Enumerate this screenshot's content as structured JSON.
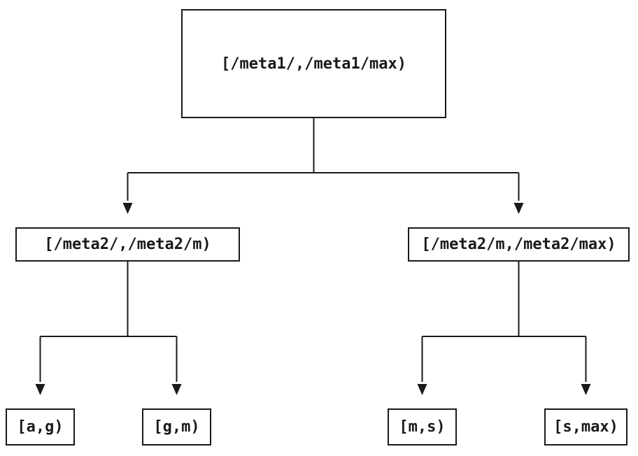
{
  "diagram": {
    "nodes": {
      "root": {
        "label": "[/meta1/,/meta1/max)"
      },
      "meta2_low": {
        "label": "[/meta2/,/meta2/m)"
      },
      "meta2_high": {
        "label": "[/meta2/m,/meta2/max)"
      },
      "leaf_ag": {
        "label": "[a,g)"
      },
      "leaf_gm": {
        "label": "[g,m)"
      },
      "leaf_ms": {
        "label": "[m,s)"
      },
      "leaf_smax": {
        "label": "[s,max)"
      }
    },
    "edges": [
      {
        "from": "root",
        "to": "meta2_low"
      },
      {
        "from": "root",
        "to": "meta2_high"
      },
      {
        "from": "meta2_low",
        "to": "leaf_ag"
      },
      {
        "from": "meta2_low",
        "to": "leaf_gm"
      },
      {
        "from": "meta2_high",
        "to": "leaf_ms"
      },
      {
        "from": "meta2_high",
        "to": "leaf_smax"
      }
    ],
    "colors": {
      "line": "#1a1a1a",
      "text": "#1a1a1a",
      "background": "#ffffff"
    }
  }
}
